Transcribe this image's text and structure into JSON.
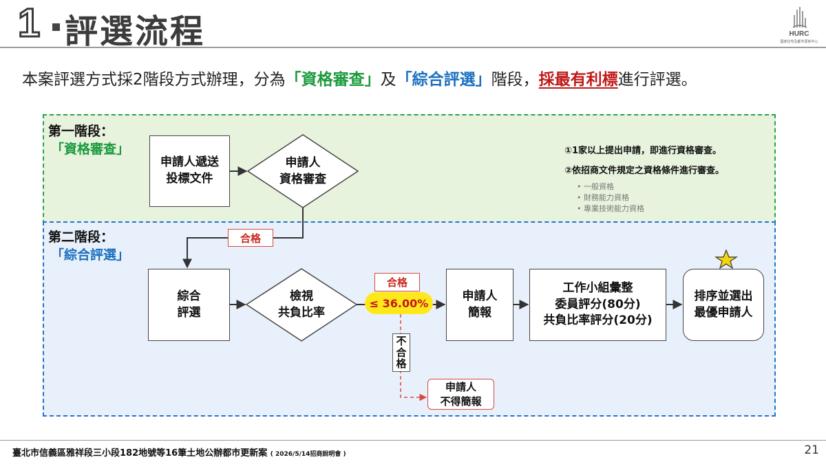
{
  "header": {
    "number": "1",
    "title": "評選流程",
    "logo_text": "HURC",
    "logo_subtext": "國家住宅及都市更新中心"
  },
  "intro": {
    "prefix": "本案評選方式採2階段方式辦理，分為",
    "stage1_name": "「資格審查」",
    "connector": "及",
    "stage2_name": "「綜合評選」",
    "middle": "階段，",
    "emphasis": "採最有利標",
    "suffix": "進行評選。"
  },
  "stage1": {
    "title": "第一階段：",
    "subtitle": "「資格審查」",
    "box_submit": "申請人遞送\n投標文件",
    "diamond_review": "申請人\n資格審查",
    "notes": [
      "①1家以上提出申請，即進行資格審查。",
      "②依招商文件規定之資格條件進行審查。"
    ],
    "bullets": [
      "一般資格",
      "財務能力資格",
      "專業技術能力資格"
    ]
  },
  "stage2": {
    "title": "第二階段：",
    "subtitle": "「綜合評選」",
    "pass_tag_1": "合格",
    "box_evaluation": "綜合\n評選",
    "diamond_ratio": "檢視\n共負比率",
    "pass_tag_2": "合格",
    "ratio_value": "≤ 36.00%",
    "fail_tag": [
      "不",
      "合",
      "格"
    ],
    "box_brief": "申請人\n簡報",
    "box_score": "工作小組彙整\n委員評分(80分)\n共負比率評分(20分)",
    "box_rank": "排序並選出\n最優申請人",
    "box_reject": "申請人\n不得簡報"
  },
  "footer": {
    "project": "臺北市信義區雅祥段三小段182地號等16筆土地公辦都市更新案",
    "event": "( 2026/5/14招商說明會 )",
    "page": "21"
  },
  "colors": {
    "stage1_border": "#29a34a",
    "stage1_fill": "#e7f3dd",
    "stage2_border": "#2573c9",
    "stage2_fill": "#e8f0fb",
    "highlight_red": "#c01818",
    "highlight_green": "#1a9a3c",
    "highlight_blue": "#1b6fc0",
    "ratio_fill": "#ffe81a",
    "star": "#f5d40f"
  },
  "icons": {
    "logo": "hurc-logo-icon",
    "star": "star-icon"
  }
}
